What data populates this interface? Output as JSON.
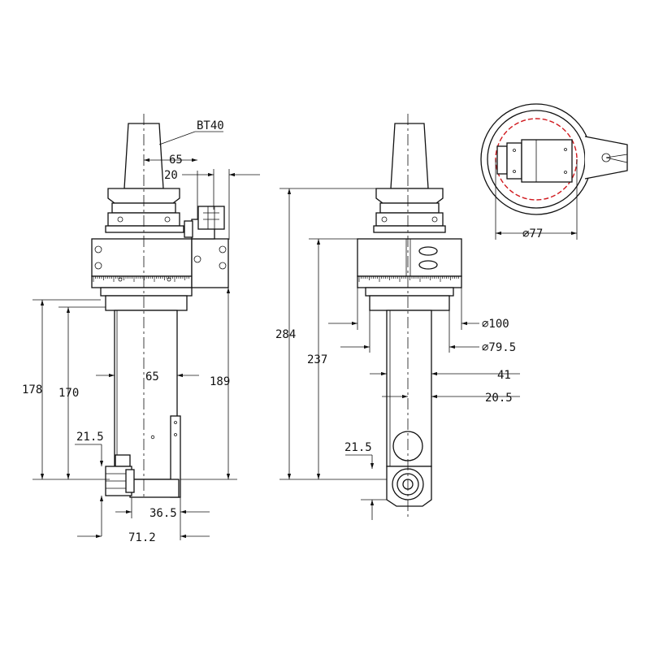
{
  "holder": "BT40",
  "front_view": {
    "offset_65_top": "65",
    "offset_20": "20",
    "width_65_mid": "65",
    "height_178": "178",
    "height_170": "170",
    "height_189": "189",
    "nose_21_5": "21.5",
    "width_36_5": "36.5",
    "width_71_2": "71.2"
  },
  "side_view": {
    "height_284": "284",
    "height_237": "237",
    "dia_100": "∅100",
    "dia_79_5": "∅79.5",
    "width_41": "41",
    "width_20_5": "20.5",
    "nose_21_5": "21.5"
  },
  "top_view": {
    "dia_77": "∅77"
  }
}
